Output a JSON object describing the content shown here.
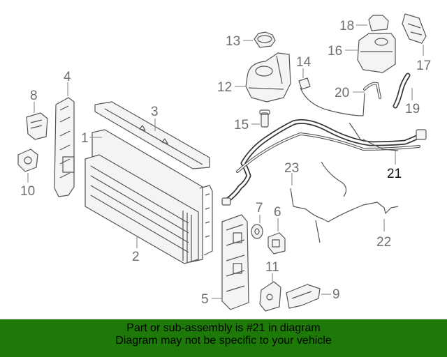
{
  "callouts": [
    {
      "n": "1",
      "highlight": false
    },
    {
      "n": "2",
      "highlight": false
    },
    {
      "n": "3",
      "highlight": false
    },
    {
      "n": "4",
      "highlight": false
    },
    {
      "n": "5",
      "highlight": false
    },
    {
      "n": "6",
      "highlight": false
    },
    {
      "n": "7",
      "highlight": false
    },
    {
      "n": "8",
      "highlight": false
    },
    {
      "n": "9",
      "highlight": false
    },
    {
      "n": "10",
      "highlight": false
    },
    {
      "n": "11",
      "highlight": false
    },
    {
      "n": "12",
      "highlight": false
    },
    {
      "n": "13",
      "highlight": false
    },
    {
      "n": "14",
      "highlight": false
    },
    {
      "n": "15",
      "highlight": false
    },
    {
      "n": "16",
      "highlight": false
    },
    {
      "n": "17",
      "highlight": false
    },
    {
      "n": "18",
      "highlight": false
    },
    {
      "n": "19",
      "highlight": false
    },
    {
      "n": "20",
      "highlight": false
    },
    {
      "n": "21",
      "highlight": true
    },
    {
      "n": "22",
      "highlight": false
    },
    {
      "n": "23",
      "highlight": false
    }
  ],
  "banner": {
    "line1": "Part or sub-assembly is #21 in diagram",
    "line2": "Diagram may not be specific to your vehicle",
    "color": "#1e7a08"
  }
}
